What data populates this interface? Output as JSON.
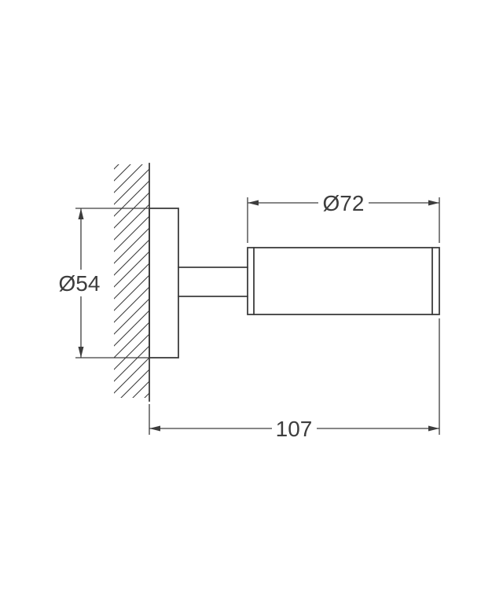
{
  "page": {
    "background_color": "#ffffff"
  },
  "drawing": {
    "type": "technical-dimension-drawing",
    "subject": "wall-mounted holder side view",
    "line_color": "#3d3d3d",
    "labels": {
      "holder_diameter": "Ø72",
      "wall_plate_diameter": "Ø54",
      "projection_depth": "107"
    }
  }
}
